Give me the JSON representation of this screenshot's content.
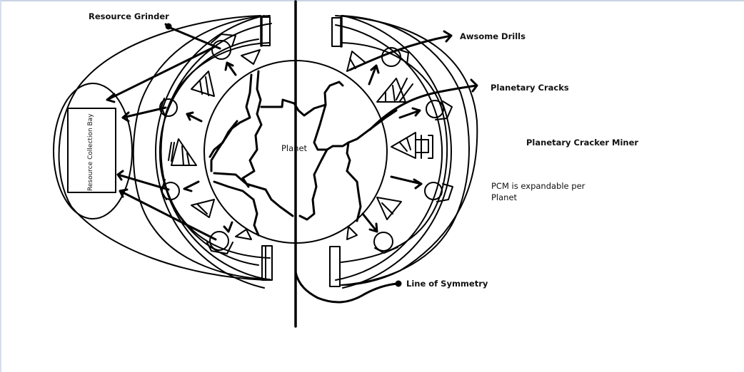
{
  "diagram": {
    "title": "Planetary Cracker Miner",
    "labels": {
      "resource_grinder": "Resource Grinder",
      "awesome_drills": "Awsome Drills",
      "planetary_cracks": "Planetary Cracks",
      "title": "Planetary Cracker Miner",
      "expandable_note": "PCM is expandable per Planet",
      "line_of_symmetry": "Line of Symmetry",
      "planet": "Planet",
      "resource_collection_bay": "Resource Collection Bay"
    },
    "colors": {
      "ink": "#000000",
      "background": "#ffffff",
      "frame_border": "#c9d3e2"
    }
  }
}
